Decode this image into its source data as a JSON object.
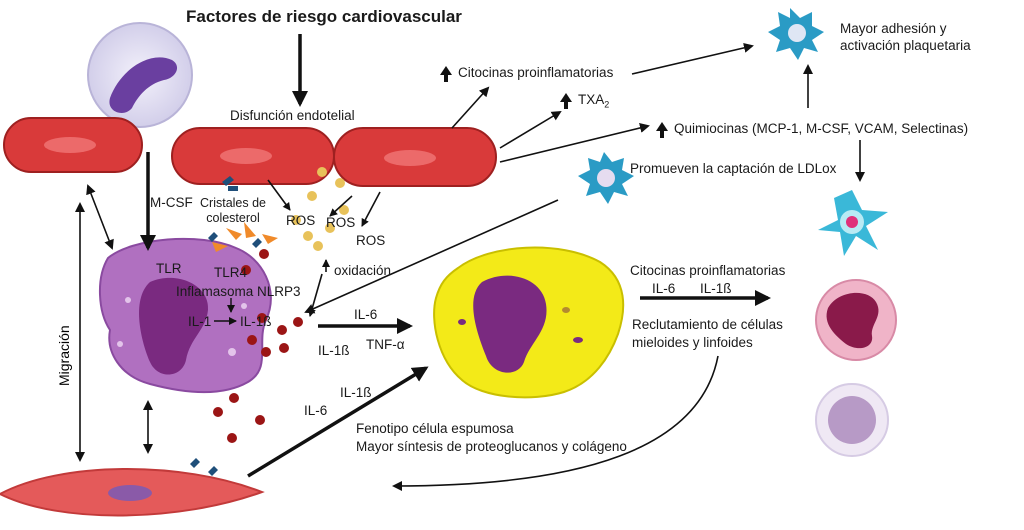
{
  "title": "Factores de riesgo cardiovascular",
  "labels": {
    "disfuncion": "Disfunción endotelial",
    "citocinas_top": "Citocinas proinflamatorias",
    "txa": "TXA",
    "txa_sub": "2",
    "quimiocinas": "Quimiocinas (MCP-1, M-CSF, VCAM, Selectinas)",
    "adhesion_line1": "Mayor adhesión y",
    "adhesion_line2": "activación plaquetaria",
    "promueven": "Promueven la captación de LDLox",
    "mcsf": "M-CSF",
    "cristales_line1": "Cristales de",
    "cristales_line2": "colesterol",
    "ros1": "ROS",
    "ros2": "ROS",
    "ros3": "ROS",
    "oxidacion": "oxidación",
    "tlr": "TLR",
    "tlr4": "TLR4",
    "inflamasoma": "Inflamasoma NLRP3",
    "il1": "IL-1",
    "il1b_cell": "IL-1ß",
    "il6_mid": "IL-6",
    "il1b_mid": "IL-1ß",
    "tnf": "TNF-α",
    "il1b_low": "IL-1ß",
    "il6_low": "IL-6",
    "citocinas_right": "Citocinas proinflamatorias",
    "il6_right": "IL-6",
    "il1b_right": "IL-1ß",
    "reclut_line1": "Reclutamiento de células",
    "reclut_line2": "mieloides y linfoides",
    "fenotipo_line1": "Fenotipo célula espumosa",
    "fenotipo_line2": "Mayor síntesis de proteoglucanos y colágeno",
    "migracion": "Migración"
  },
  "colors": {
    "rbc": "#d93a3a",
    "rbc_light": "#ec6a6a",
    "macrophage": "#b070c0",
    "macro_nucleus": "#7a2a80",
    "foam": "#f3ea18",
    "foam_nucleus": "#7a2a80",
    "platelet": "#2a9bc5",
    "smooth_muscle": "#e45a5a",
    "droplet": "#9b1515",
    "ros_dot": "#e8c25a",
    "crystal": "#f08a2a",
    "receptor": "#1f4f7a",
    "arrow": "#111111"
  }
}
